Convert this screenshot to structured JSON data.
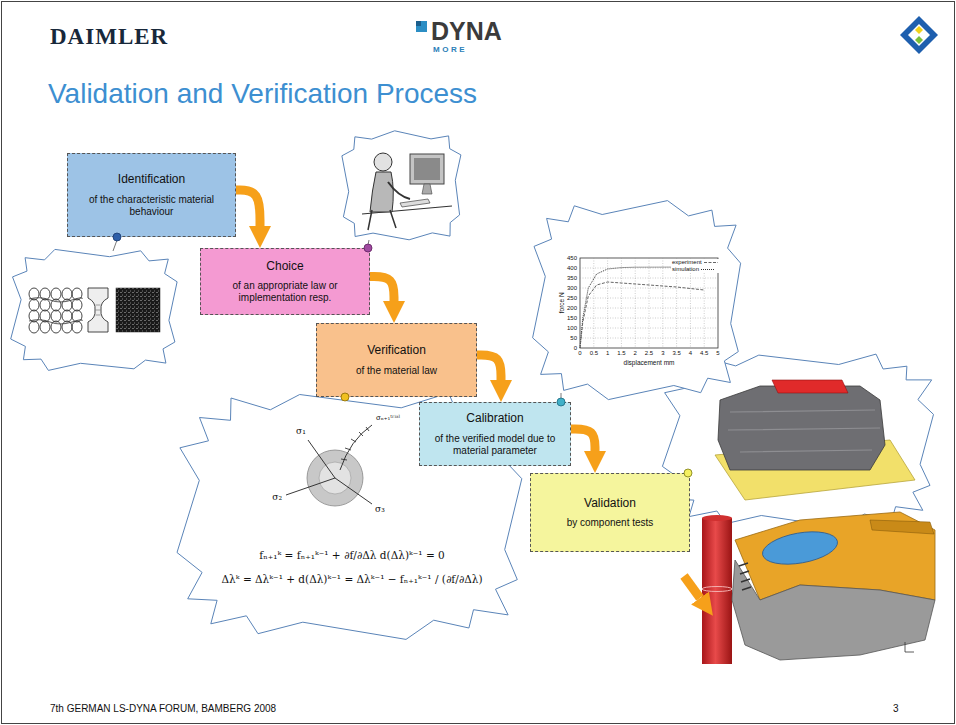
{
  "diagram": {
    "title": "Validation and Verification Process",
    "nodes": [
      {
        "text": [
          "Identification",
          "of the characteristic material behaviour"
        ]
      },
      {
        "text": [
          "Choice",
          "of an appropriate law or implementation resp."
        ]
      },
      {
        "text": [
          "Verification",
          "of the material law"
        ]
      },
      {
        "text": [
          "Calibration",
          "of the verified model due to material parameter"
        ]
      },
      {
        "text": [
          "Validation",
          "by component tests"
        ]
      }
    ],
    "edges": [
      {
        "from": 0,
        "to": 1,
        "arrow": "to"
      },
      {
        "from": 1,
        "to": 2,
        "arrow": "to"
      },
      {
        "from": 2,
        "to": 3,
        "arrow": "to"
      },
      {
        "from": 3,
        "to": 4,
        "arrow": "to"
      }
    ],
    "labels": [
      "DAIMLER",
      "DYNA",
      "MORE",
      "0",
      "50",
      "100",
      "150",
      "200",
      "250",
      "300",
      "350",
      "400",
      "450",
      "0",
      "0.5",
      "1",
      "1.5",
      "2",
      "2.5",
      "3",
      "3.5",
      "4",
      "4.5",
      "5",
      "force N",
      "displacement mm",
      "σ₁",
      "σ₂",
      "σ₃",
      "σₙ₊₁ᵗʳⁱᵃˡ",
      "fₙ₊₁ᵏ = fₙ₊₁ᵏ⁻¹ + ∂f/∂Δλ d(Δλ)ᵏ⁻¹ = 0",
      "Δλᵏ = Δλᵏ⁻¹ + d(Δλ)ᵏ⁻¹ = Δλᵏ⁻¹ − fₙ₊₁ᵏ⁻¹ / (∂f/∂Δλ)",
      "7th GERMAN LS-DYNA FORUM, BAMBERG 2008",
      "3"
    ],
    "legend": [
      {
        "text": "experiment"
      },
      {
        "text": "simulation"
      }
    ]
  }
}
